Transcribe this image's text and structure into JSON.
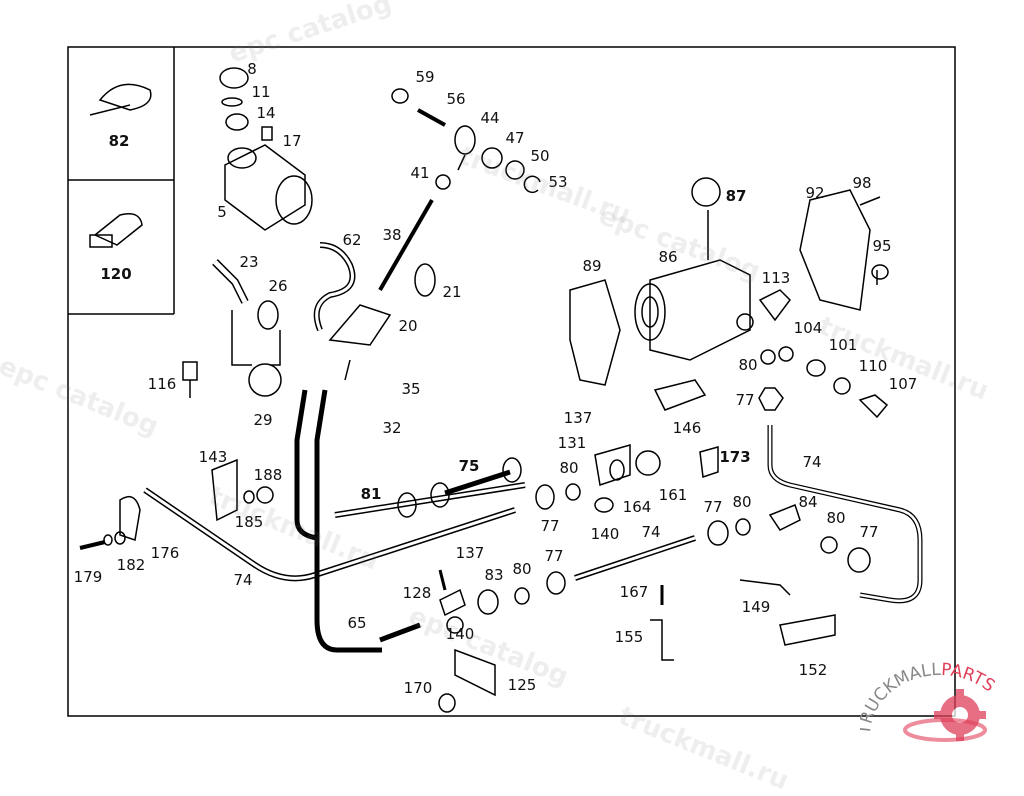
{
  "diagram": {
    "inset_boxes": [
      {
        "label": "82"
      },
      {
        "label": "120"
      }
    ],
    "callouts": [
      "8",
      "11",
      "14",
      "17",
      "5",
      "62",
      "23",
      "26",
      "59",
      "56",
      "44",
      "47",
      "50",
      "53",
      "41",
      "38",
      "21",
      "20",
      "35",
      "32",
      "116",
      "29",
      "89",
      "86",
      "87",
      "92",
      "98",
      "95",
      "113",
      "104",
      "101",
      "80",
      "110",
      "107",
      "77",
      "146",
      "74",
      "137",
      "131",
      "80",
      "173",
      "161",
      "164",
      "140",
      "74",
      "77",
      "75",
      "81",
      "143",
      "188",
      "185",
      "176",
      "182",
      "179",
      "74",
      "137",
      "128",
      "83",
      "80",
      "77",
      "65",
      "140",
      "167",
      "155",
      "170",
      "125",
      "149",
      "152",
      "77",
      "80",
      "84",
      "80",
      "77"
    ],
    "bold_callouts": [
      "87",
      "173",
      "75",
      "81"
    ]
  },
  "watermarks": {
    "text_a": "epc catalog",
    "text_b": "truckmall.ru"
  },
  "logo": {
    "text_main": "TRUCKMALL",
    "text_accent": "PARTS",
    "accent_color": "#e0405a",
    "main_color": "#888888"
  },
  "colors": {
    "line": "#000000",
    "background": "#ffffff"
  }
}
